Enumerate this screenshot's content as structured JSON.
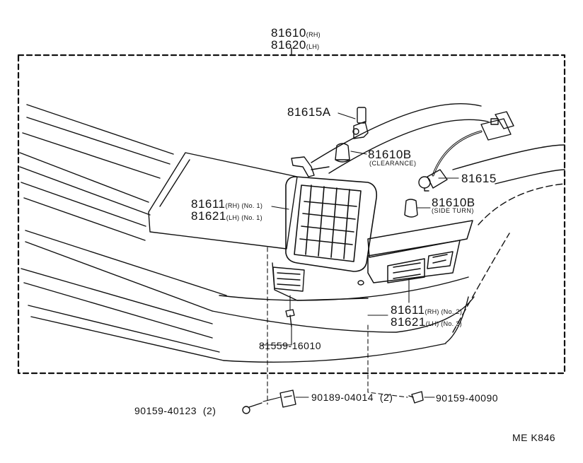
{
  "diagram": {
    "assembly": {
      "number_rh": "81610",
      "suffix_rh": "(RH)",
      "number_lh": "81620",
      "suffix_lh": "(LH)"
    },
    "parts": {
      "socket_a": {
        "number": "81615A"
      },
      "bulb_clearance": {
        "number": "81610B",
        "note": "(CLEARANCE)"
      },
      "socket": {
        "number": "81615"
      },
      "bulb_side_turn": {
        "number": "81610B",
        "note": "(SIDE TURN)"
      },
      "lens_no1": {
        "number_rh": "81611",
        "tag_rh": "(RH) (No. 1)",
        "number_lh": "81621",
        "tag_lh": "(LH) (No. 1)"
      },
      "lens_no2": {
        "number_rh": "81611",
        "tag_rh": "(RH) (No. 2)",
        "number_lh": "81621",
        "tag_lh": "(LH) (No. 2)"
      },
      "screw_center": {
        "number": "81559-16010"
      },
      "clip_nut": {
        "number": "90189-04014",
        "qty": "(2)"
      },
      "screw_right": {
        "number": "90159-40090"
      },
      "screw_left": {
        "number": "90159-40123",
        "qty": "(2)"
      }
    },
    "figure_code": "ME K846"
  }
}
